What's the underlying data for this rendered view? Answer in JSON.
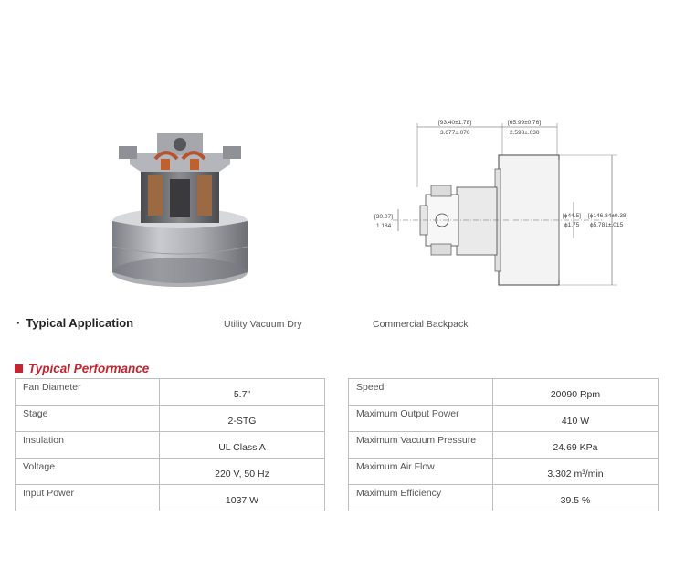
{
  "application": {
    "title": "Typical Application",
    "bullet": "·",
    "items": [
      "Utility Vacuum Dry",
      "Commercial Backpack"
    ]
  },
  "performance": {
    "title": "Typical Performance",
    "accent_color": "#c4252e",
    "left_rows": [
      {
        "label": "Fan Diameter",
        "value": "5.7\""
      },
      {
        "label": "Stage",
        "value": "2-STG"
      },
      {
        "label": "Insulation",
        "value": "UL Class A"
      },
      {
        "label": "Voltage",
        "value": "220 V, 50 Hz"
      },
      {
        "label": "Input Power",
        "value": "1037 W"
      }
    ],
    "right_rows": [
      {
        "label": "Speed",
        "value": "20090 Rpm"
      },
      {
        "label": "Maximum Output Power",
        "value": "410 W"
      },
      {
        "label": "Maximum Vacuum Pressure",
        "value": "24.69 KPa"
      },
      {
        "label": "Maximum Air Flow",
        "value": "3.302 m³/min"
      },
      {
        "label": "Maximum Efficiency",
        "value": "39.5 %"
      }
    ]
  },
  "drawing": {
    "dim_top_left": "[93.40±1.78]",
    "dim_top_left_in": "3.677±.070",
    "dim_top_right": "[65.99±0.76]",
    "dim_top_right_in": "2.598±.030",
    "dim_left": "[30.07]",
    "dim_left_in": "1.184",
    "dim_shaft": "[ϕ44.5]",
    "dim_shaft_in": "ϕ1.75",
    "dim_body": "[ϕ146.84±0.38]",
    "dim_body_in": "ϕ5.781±.015"
  }
}
